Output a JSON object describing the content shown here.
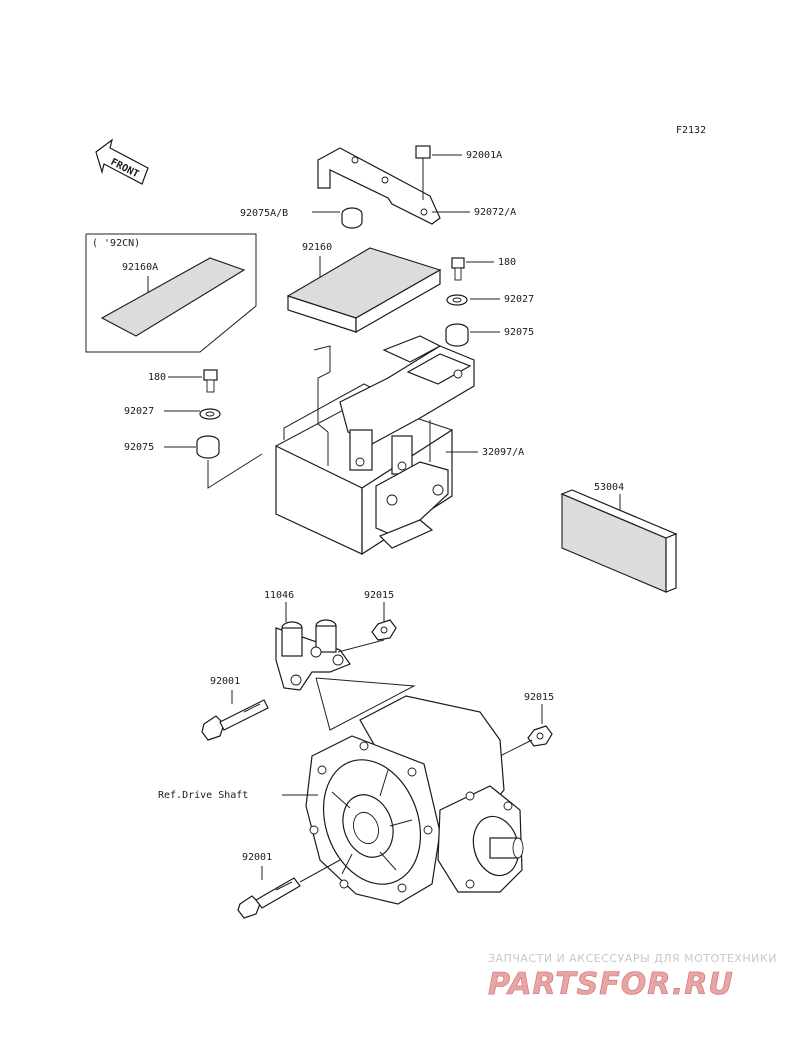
{
  "figure_code": "F2132",
  "front_label": "FRONT",
  "inset": {
    "model_note": "( '92CN)",
    "part": "92160A"
  },
  "callouts": {
    "c92001A": "92001A",
    "c92075AB": "92075A/B",
    "c92072A": "92072/A",
    "c92160": "92160",
    "c180_right": "180",
    "c92027_right": "92027",
    "c92075_right": "92075",
    "c180_left": "180",
    "c92027_left": "92027",
    "c92075_left": "92075",
    "c32097A": "32097/A",
    "c53004": "53004",
    "c11046": "11046",
    "c92015_top": "92015",
    "c92001_mid": "92001",
    "c92015_right": "92015",
    "ref_drive_shaft": "Ref.Drive Shaft",
    "c92001_bottom": "92001"
  },
  "watermark": {
    "tagline": "ЗАПЧАСТИ И АКСЕССУАРЫ ДЛЯ МОТОТЕХНИКИ",
    "brand": "PARTSFOR.RU"
  }
}
